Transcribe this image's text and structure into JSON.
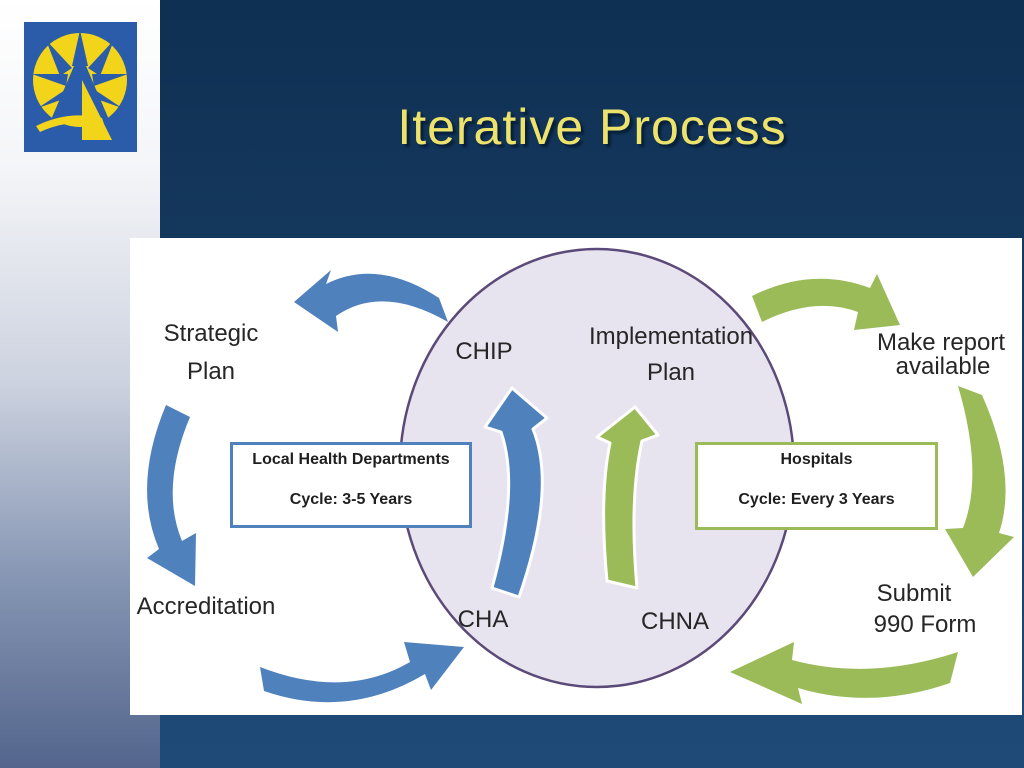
{
  "slide": {
    "title": "Iterative Process",
    "title_color": "#ede26b",
    "background_top": "#0e3052",
    "background_bottom": "#1f4a78"
  },
  "logo": {
    "square_color": "#2a5caa",
    "sun_color": "#f2d51a"
  },
  "diagram": {
    "ellipse_fill": "#e7e4f0",
    "ellipse_stroke": "#5b4a78",
    "arrow_blue": "#4f81bd",
    "arrow_green": "#9bbb59",
    "center": {
      "chip": "CHIP",
      "implementation_line1": "Implementation",
      "implementation_line2": "Plan",
      "cha": "CHA",
      "chna": "CHNA"
    },
    "left": {
      "strategic_line1": "Strategic",
      "strategic_line2": "Plan",
      "accreditation": "Accreditation"
    },
    "right": {
      "make_report_line1": "Make report",
      "make_report_line2": "available",
      "submit_line1": "Submit",
      "submit_line2": "990 Form"
    },
    "boxes": {
      "local_health": {
        "title": "Local Health Departments",
        "cycle": "Cycle: 3-5 Years",
        "border_color": "#4f81bd"
      },
      "hospitals": {
        "title": "Hospitals",
        "cycle": "Cycle: Every 3 Years",
        "border_color": "#9bbb59"
      }
    }
  }
}
